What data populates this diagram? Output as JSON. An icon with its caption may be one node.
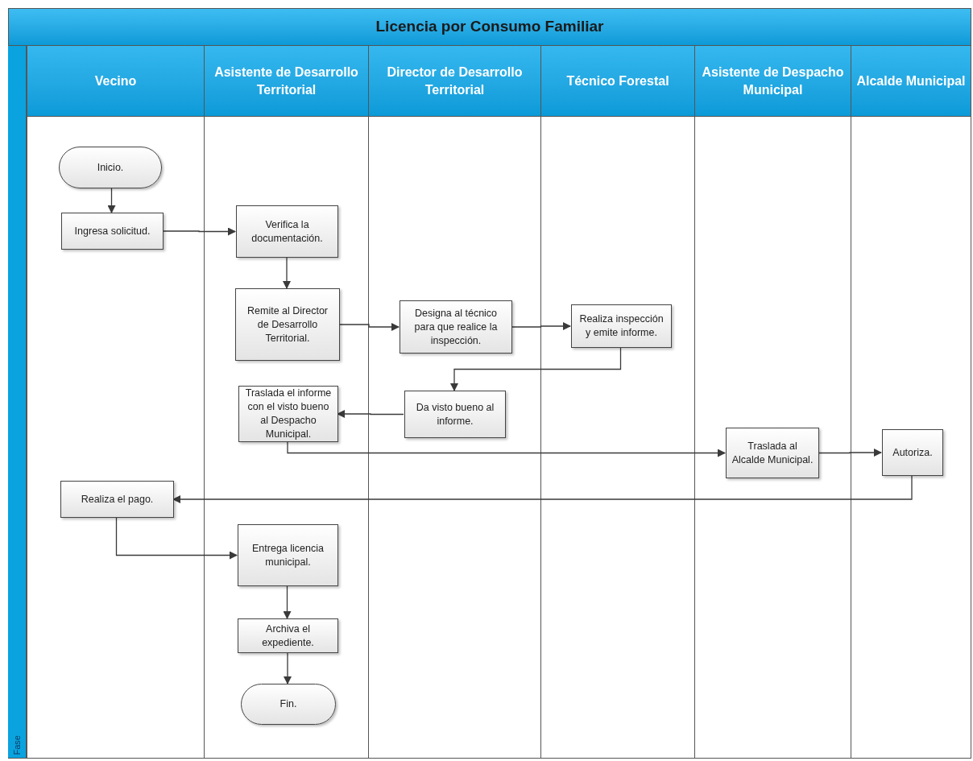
{
  "diagram": {
    "title": "Licencia por Consumo Familiar",
    "nodes": [
      {
        "text": [
          "Vecino"
        ]
      },
      {
        "text": [
          "Asistente de Desarrollo Territorial"
        ]
      },
      {
        "text": [
          "Director de Desarrollo Territorial"
        ]
      },
      {
        "text": [
          "Técnico Forestal"
        ]
      },
      {
        "text": [
          "Asistente de Despacho Municipal"
        ]
      },
      {
        "text": [
          "Alcalde Municipal"
        ]
      },
      {
        "text": [
          "Fase"
        ]
      },
      {
        "text": [
          "Inicio."
        ],
        "in": 0
      },
      {
        "text": [
          "Ingresa solicitud."
        ],
        "in": 0
      },
      {
        "text": [
          "Verifica la documentación."
        ],
        "in": 1
      },
      {
        "text": [
          "Remite al Director de Desarrollo Territorial."
        ],
        "in": 1
      },
      {
        "text": [
          "Designa al técnico para que realice la inspección."
        ],
        "in": 2
      },
      {
        "text": [
          "Realiza inspección y emite informe."
        ],
        "in": 3
      },
      {
        "text": [
          "Da visto bueno al informe."
        ],
        "in": 2
      },
      {
        "text": [
          "Traslada el informe con el visto bueno al Despacho Municipal."
        ],
        "in": 1
      },
      {
        "text": [
          "Traslada al Alcalde Municipal."
        ],
        "in": 4
      },
      {
        "text": [
          "Autoriza."
        ],
        "in": 5
      },
      {
        "text": [
          "Realiza el pago."
        ],
        "in": 0
      },
      {
        "text": [
          "Entrega licencia municipal."
        ],
        "in": 1
      },
      {
        "text": [
          "Archiva el expediente."
        ],
        "in": 1
      },
      {
        "text": [
          "Fin."
        ],
        "in": 1
      }
    ],
    "edges": [
      {
        "from": 7,
        "to": 8,
        "arrow": "to"
      },
      {
        "from": 8,
        "to": 9,
        "arrow": "to"
      },
      {
        "from": 9,
        "to": 10,
        "arrow": "to"
      },
      {
        "from": 10,
        "to": 11,
        "arrow": "to"
      },
      {
        "from": 11,
        "to": 12,
        "arrow": "to"
      },
      {
        "from": 12,
        "to": 13,
        "arrow": "to"
      },
      {
        "from": 13,
        "to": 14,
        "arrow": "to"
      },
      {
        "from": 14,
        "to": 15,
        "arrow": "to"
      },
      {
        "from": 15,
        "to": 16,
        "arrow": "to"
      },
      {
        "from": 16,
        "to": 17,
        "arrow": "to"
      },
      {
        "from": 17,
        "to": 18,
        "arrow": "to"
      },
      {
        "from": 18,
        "to": 19,
        "arrow": "to"
      },
      {
        "from": 19,
        "to": 20,
        "arrow": "to"
      }
    ]
  }
}
